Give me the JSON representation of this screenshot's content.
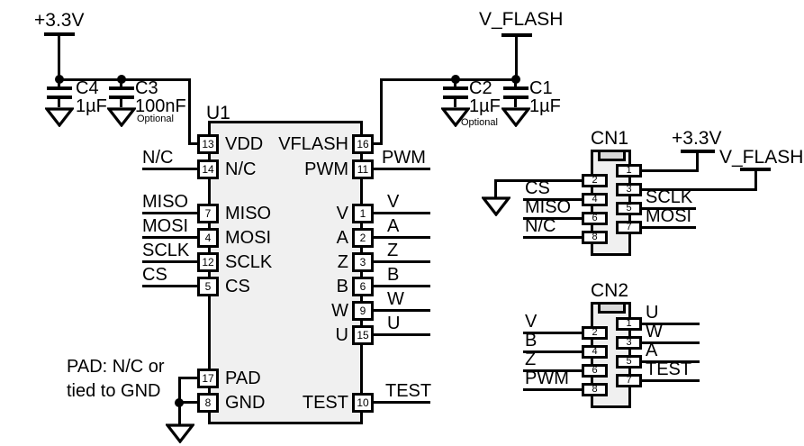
{
  "rails": {
    "v33_left": "+3.3V",
    "vflash_top": "V_FLASH",
    "v33_cn1": "+3.3V",
    "vflash_cn1": "V_FLASH"
  },
  "capacitors": {
    "c4": {
      "ref": "C4",
      "value": "1µF"
    },
    "c3": {
      "ref": "C3",
      "value": "100nF",
      "note": "Optional"
    },
    "c2": {
      "ref": "C2",
      "value": "1µF",
      "note": "Optional"
    },
    "c1": {
      "ref": "C1",
      "value": "1µF"
    }
  },
  "u1": {
    "ref": "U1",
    "pad_note_line1": "PAD: N/C or",
    "pad_note_line2": "tied to GND",
    "left_pins": [
      {
        "num": "13",
        "name": "VDD",
        "net": ""
      },
      {
        "num": "14",
        "name": "N/C",
        "net": "N/C"
      },
      {
        "num": "7",
        "name": "MISO",
        "net": "MISO"
      },
      {
        "num": "4",
        "name": "MOSI",
        "net": "MOSI"
      },
      {
        "num": "12",
        "name": "SCLK",
        "net": "SCLK"
      },
      {
        "num": "5",
        "name": "CS",
        "net": "CS"
      },
      {
        "num": "17",
        "name": "PAD",
        "net": ""
      },
      {
        "num": "8",
        "name": "GND",
        "net": ""
      }
    ],
    "right_pins": [
      {
        "num": "16",
        "name": "VFLASH",
        "net": ""
      },
      {
        "num": "11",
        "name": "PWM",
        "net": "PWM"
      },
      {
        "num": "1",
        "name": "V",
        "net": "V"
      },
      {
        "num": "2",
        "name": "A",
        "net": "A"
      },
      {
        "num": "3",
        "name": "Z",
        "net": "Z"
      },
      {
        "num": "6",
        "name": "B",
        "net": "B"
      },
      {
        "num": "9",
        "name": "W",
        "net": "W"
      },
      {
        "num": "15",
        "name": "U",
        "net": "U"
      },
      {
        "num": "10",
        "name": "TEST",
        "net": "TEST"
      }
    ]
  },
  "cn1": {
    "ref": "CN1",
    "left_pins": [
      {
        "num": "2",
        "net": ""
      },
      {
        "num": "4",
        "net": "CS"
      },
      {
        "num": "6",
        "net": "MISO"
      },
      {
        "num": "8",
        "net": "N/C"
      }
    ],
    "right_pins": [
      {
        "num": "1",
        "net": ""
      },
      {
        "num": "3",
        "net": ""
      },
      {
        "num": "5",
        "net": "SCLK"
      },
      {
        "num": "7",
        "net": "MOSI"
      }
    ]
  },
  "cn2": {
    "ref": "CN2",
    "left_pins": [
      {
        "num": "2",
        "net": "V"
      },
      {
        "num": "4",
        "net": "B"
      },
      {
        "num": "6",
        "net": "Z"
      },
      {
        "num": "8",
        "net": "PWM"
      }
    ],
    "right_pins": [
      {
        "num": "1",
        "net": "U"
      },
      {
        "num": "3",
        "net": "W"
      },
      {
        "num": "5",
        "net": "A"
      },
      {
        "num": "7",
        "net": "TEST"
      }
    ]
  },
  "colors": {
    "wire": "#000000",
    "chip_fill": "#f0f0f0",
    "pin_fill": "#ffffff",
    "notch_fill": "#d9d9d9"
  }
}
